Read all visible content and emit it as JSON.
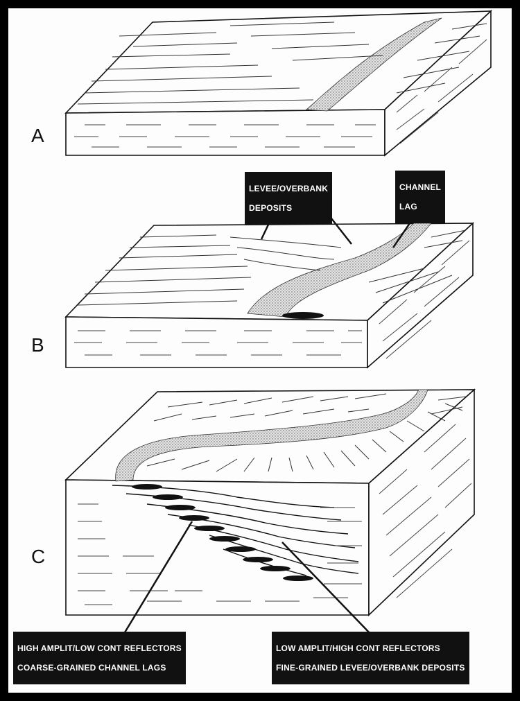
{
  "panels": {
    "a": {
      "letter": "A"
    },
    "b": {
      "letter": "B"
    },
    "c": {
      "letter": "C"
    }
  },
  "callouts": {
    "levee": {
      "line1": "LEVEE/OVERBANK",
      "line2": "DEPOSITS"
    },
    "channel": {
      "line1": "CHANNEL",
      "line2": "LAG"
    },
    "high_amp": {
      "line1": "HIGH AMPLIT/LOW CONT REFLECTORS",
      "line2": "COARSE-GRAINED CHANNEL LAGS"
    },
    "low_amp": {
      "line1": "LOW AMPLIT/HIGH CONT REFLECTORS",
      "line2": "FINE-GRAINED LEVEE/OVERBANK DEPOSITS"
    }
  },
  "colors": {
    "ink": "#111111",
    "paper": "#fdfdfd",
    "border": "#000000",
    "sand": "#c9c9c9"
  }
}
